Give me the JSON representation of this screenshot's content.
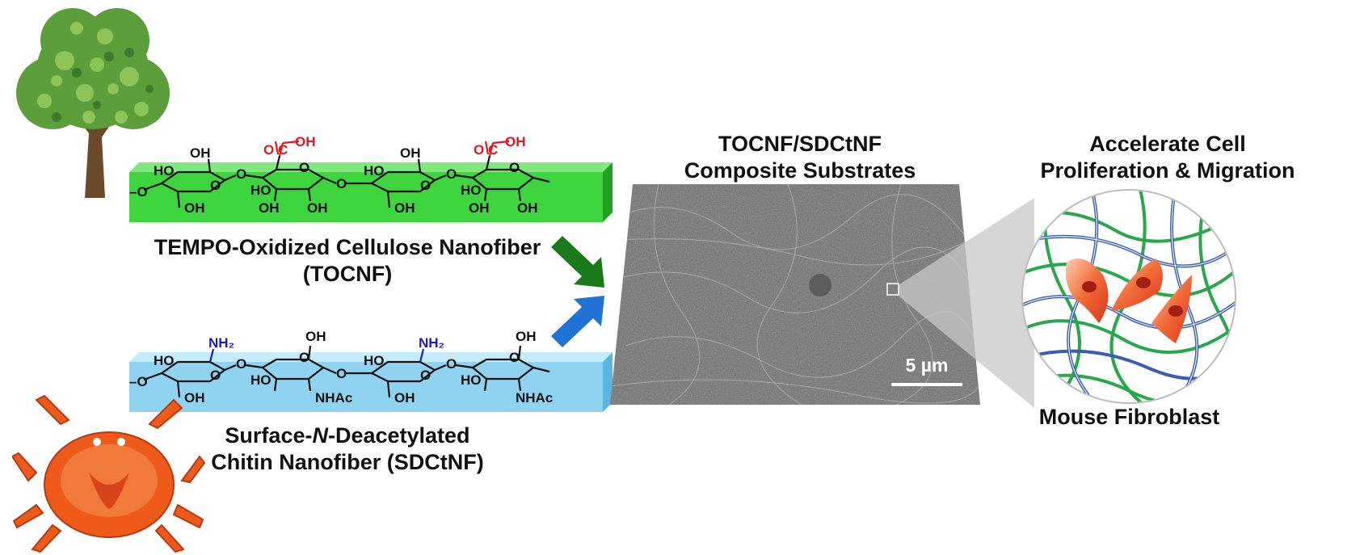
{
  "title_left_top_line1": "TEMPO-Oxidized Cellulose Nanofiber",
  "title_left_top_line2": "(TOCNF)",
  "title_left_bottom_line1_a": "Surface-",
  "title_left_bottom_line1_b": "N",
  "title_left_bottom_line1_c": "-Deacetylated",
  "title_left_bottom_line2": "Chitin Nanofiber (SDCtNF)",
  "center_title_line1": "TOCNF/SDCtNF",
  "center_title_line2": "Composite Substrates",
  "scale_bar": "5 µm",
  "right_title_line1": "Accelerate Cell",
  "right_title_line2": "Proliferation & Migration",
  "right_bottom_label": "Mouse Fibroblast",
  "chem": {
    "oh": "OH",
    "ho": "HO",
    "nh2": "NH₂",
    "nhac": "NHAc",
    "carbon": "C",
    "oxygen_carbonyl": "O",
    "ring_o": "O",
    "link_o": "O"
  },
  "colors": {
    "green_bar": "#3dd43d",
    "blue_bar": "#8fd3f0",
    "red_chem": "#e8141e",
    "blue_chem": "#1a1ad6",
    "arrow_green": "#1a7a1a",
    "arrow_blue": "#1f72d6",
    "fiber_green": "#27a84a",
    "fiber_blue": "#3a5fb0",
    "cell": "#f26b3a"
  },
  "icons": [
    "tree-icon",
    "crab-icon",
    "fibroblast-cell-icon"
  ]
}
